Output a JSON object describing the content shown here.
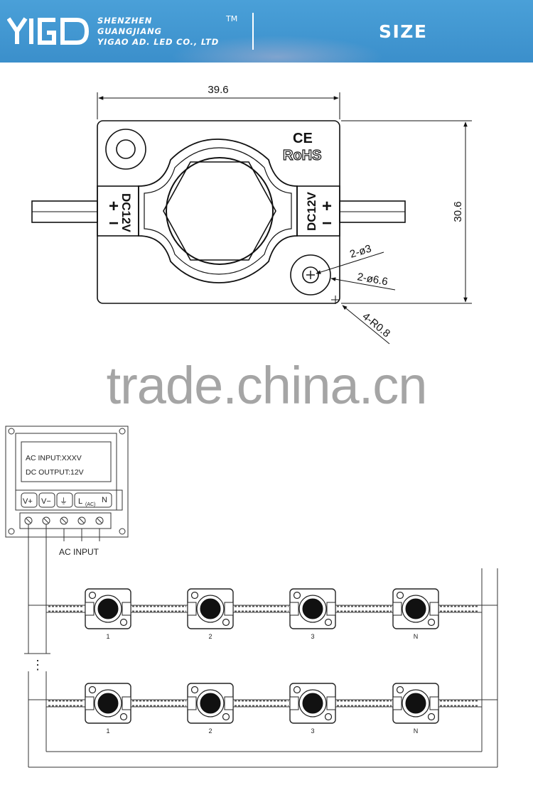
{
  "header": {
    "company_line1": "SHENZHEN",
    "company_line2": "GUANGJIANG",
    "company_line3": "YIGAO AD. LED CO., LTD",
    "trademark": "TM",
    "title": "SIZE",
    "logo_icon": "yigao-logo"
  },
  "dimensions": {
    "width": "39.6",
    "height": "30.6",
    "hole_small": "2-ø3",
    "hole_large": "2-ø6.6",
    "corner_radius": "4-R0.8"
  },
  "module_labels": {
    "voltage": "DC12V",
    "ce_mark": "CE",
    "rohs_mark": "RoHS",
    "plus": "+",
    "minus": "−"
  },
  "watermark": "trade.china.cn",
  "power_supply": {
    "ac_input_label": "AC  INPUT:XXXV",
    "dc_output_label": "DC  OUTPUT:12V",
    "terminal_vplus": "V+",
    "terminal_vminus": "V−",
    "terminal_ground": "⏚",
    "terminal_l": "L",
    "terminal_ac": "(AC)",
    "terminal_n": "N",
    "ac_input_caption": "AC  INPUT"
  },
  "wiring": {
    "row1_labels": [
      "1",
      "2",
      "3",
      "N"
    ],
    "row2_labels": [
      "1",
      "2",
      "3",
      "N"
    ],
    "continuation": "⋮"
  }
}
